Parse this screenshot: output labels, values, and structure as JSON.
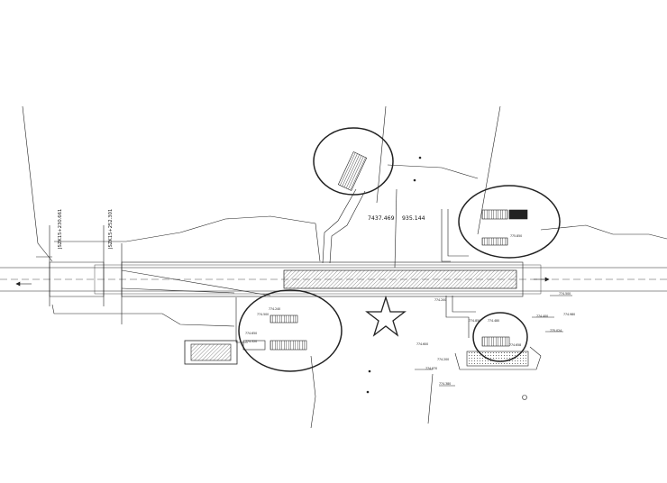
{
  "labels": {
    "chainage_left_a": "JSZK15+230.661",
    "chainage_left_b": "JSZK15+252.301",
    "chainage_center": "7437.469",
    "chainage_center_b": "935.144",
    "elev_1": "774.650",
    "elev_2": "774.500",
    "elev_3": "775.850",
    "elev_4": "774.200",
    "elev_5": "774.850",
    "elev_6": "774.480",
    "elev_7": "774.980",
    "elev_8": "774.400",
    "elev_9": "774.500",
    "elev_10": "775.024",
    "elev_11": "774.600",
    "elev_12": "774.200",
    "elev_13": "774.870",
    "elev_14": "774.380",
    "elev_15": "774.240",
    "elev_16": "774.658",
    "elev_17": "774.320"
  }
}
